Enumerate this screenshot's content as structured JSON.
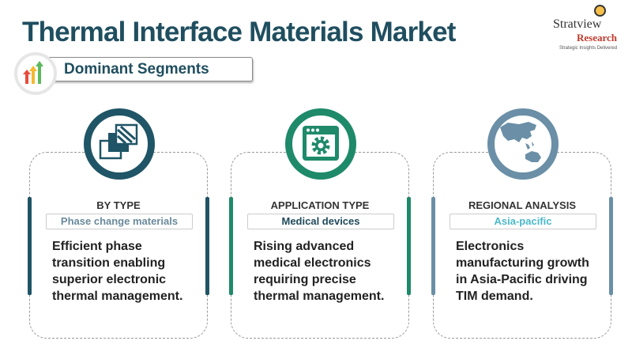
{
  "title": "Thermal Interface Materials Market",
  "logo": {
    "line1": "Stratview",
    "line2": "Research",
    "tagline": "Strategic Insights Delivered"
  },
  "section_label": "Dominant Segments",
  "colors": {
    "card1": "#1f5566",
    "card2": "#1e8a6a",
    "card3": "#6a8fa6"
  },
  "cards": [
    {
      "heading": "BY TYPE",
      "segment": "Phase change materials",
      "description": "Efficient phase transition enabling superior electronic thermal management.",
      "icon": "layers-icon"
    },
    {
      "heading": "APPLICATION TYPE",
      "segment": "Medical devices",
      "description": "Rising advanced medical electronics requiring precise thermal management.",
      "icon": "window-gear-icon"
    },
    {
      "heading": "REGIONAL ANALYSIS",
      "segment": "Asia-pacific",
      "description": "Electronics manufacturing growth in Asia-Pacific driving TIM demand.",
      "icon": "asia-pacific-map-icon"
    }
  ]
}
